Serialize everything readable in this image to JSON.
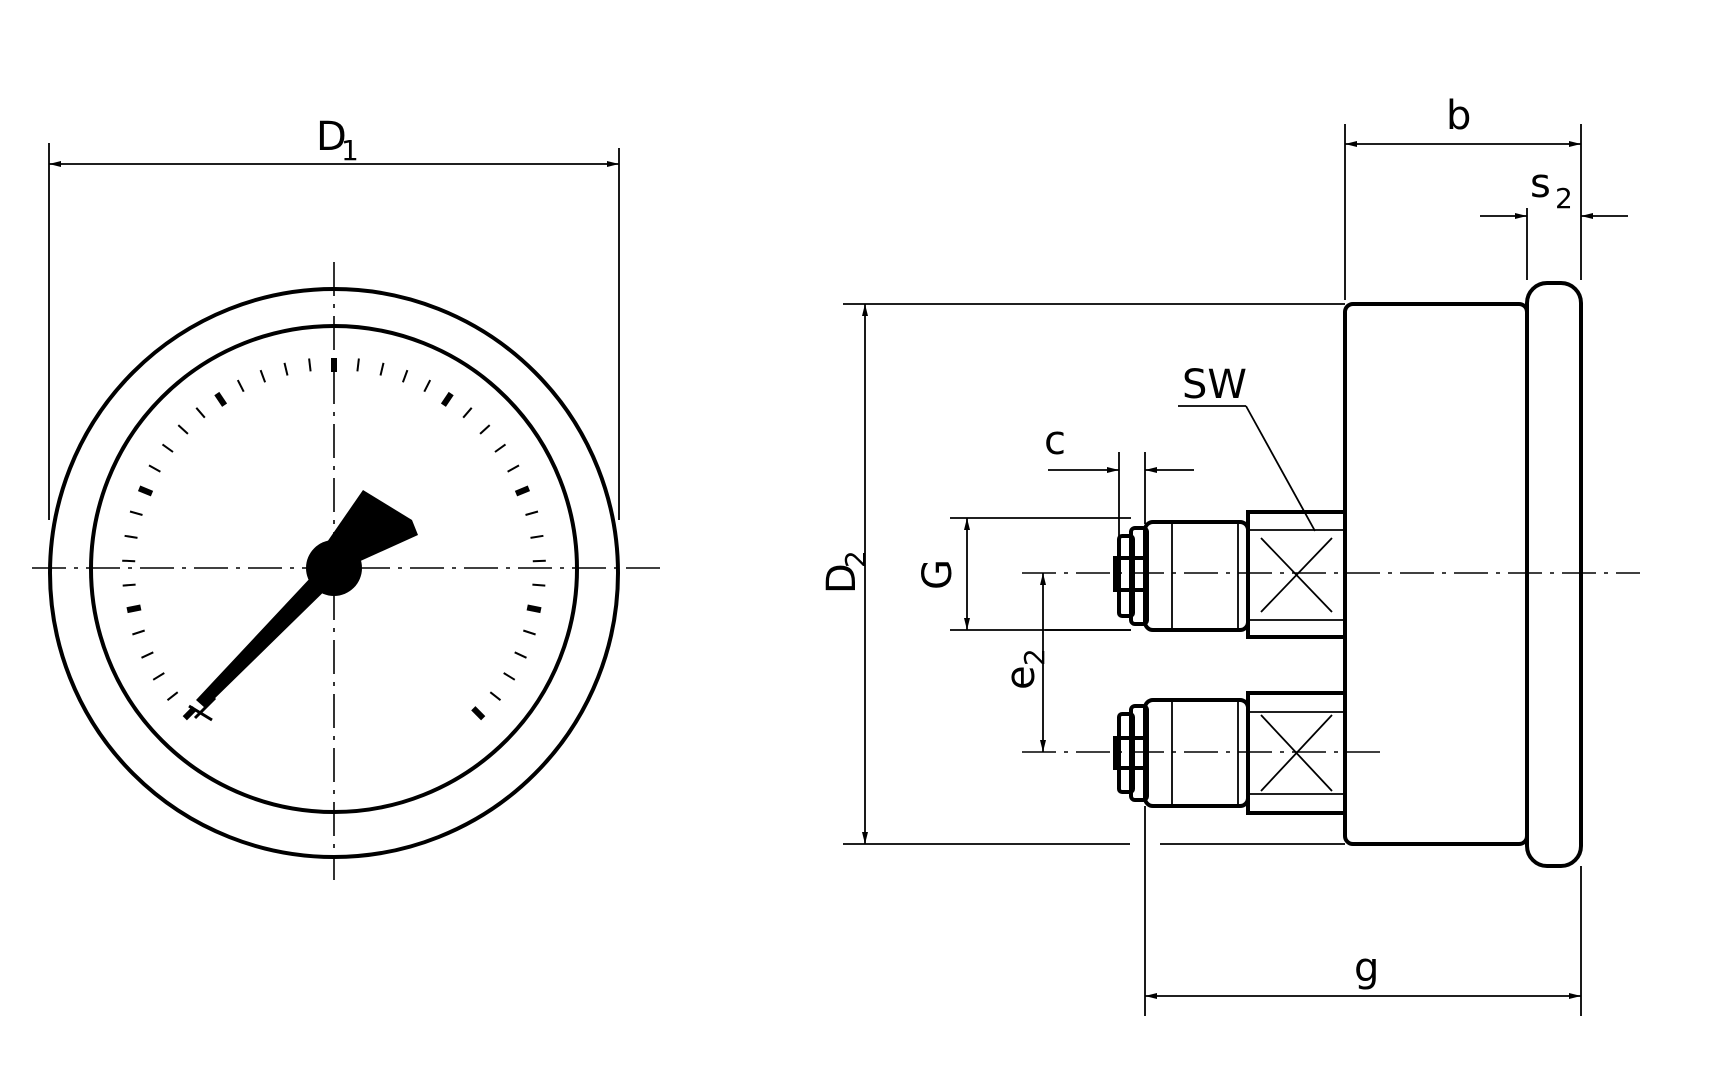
{
  "labels": {
    "d1": "D",
    "d1_sub": "1",
    "d2": "D",
    "d2_sub": "2",
    "b": "b",
    "s2": "s",
    "s2_sub": "2",
    "sw": "SW",
    "c": "c",
    "g_upper": "G",
    "e2": "e",
    "e2_sub": "2",
    "g_lower": "g"
  },
  "colors": {
    "line": "#000000",
    "background": "#ffffff"
  }
}
